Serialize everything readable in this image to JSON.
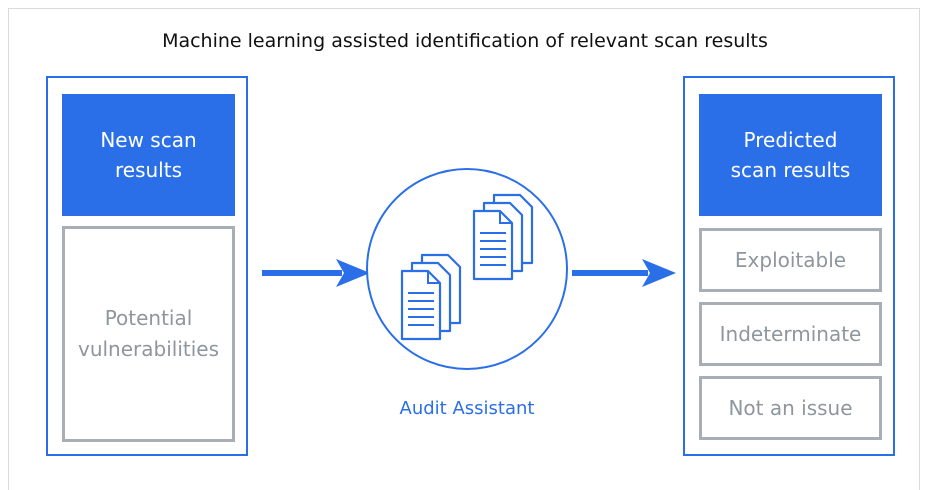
{
  "title": "Machine learning assisted identification of relevant scan results",
  "input": {
    "header": "New scan results",
    "body": "Potential vulnerabilities"
  },
  "processor": {
    "label": "Audit Assistant",
    "icon": "document-stack-icon"
  },
  "output": {
    "header": "Predicted scan results",
    "results": [
      "Exploitable",
      "Indeterminate",
      "Not an issue"
    ]
  },
  "colors": {
    "accent": "#2a6fe8",
    "muted": "#a7aeb6",
    "muted_text": "#8e969e"
  }
}
